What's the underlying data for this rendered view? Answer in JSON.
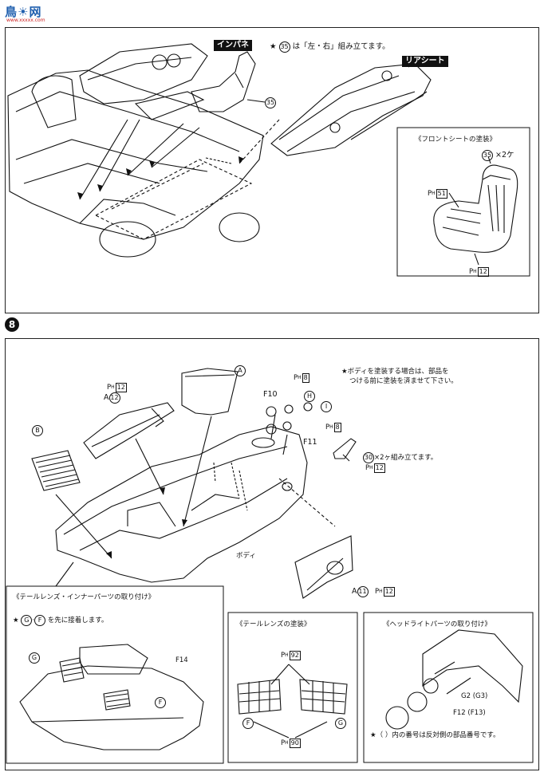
{
  "logo": {
    "text": "鳥☀网",
    "url": "www.xxxxx.com"
  },
  "step_top": {
    "impane_label": "インパネ",
    "note_prefix": "★",
    "note_part": "35",
    "note_text": "は「左・右」組み立てます。",
    "seat_part": "35",
    "rear_seat_label": "リアシート",
    "inset": {
      "title": "《フロントシートの塗装》",
      "part": "35",
      "qty": "×2ケ",
      "ph1_prefix": "P",
      "ph1_sub": "H",
      "ph1_num": "51",
      "ph2_prefix": "P",
      "ph2_sub": "H",
      "ph2_num": "12"
    }
  },
  "step_bottom": {
    "number": "8",
    "note_line1": "★ボディを塗装する場合は、部品を",
    "note_line2": "つける前に塗装を済ませて下さい。",
    "part_A": "A",
    "part_B": "B",
    "part_H": "H",
    "part_I": "I",
    "part_A12": "12",
    "part_A11": "11",
    "part_F10": "F10",
    "part_F11": "F11",
    "part_30": "30",
    "part_30_text": "×2ヶ組み立てます。",
    "ph12": "12",
    "ph8": "8",
    "body_label": "ボディ",
    "inset_left": {
      "title": "《テールレンズ・インナーパーツの取り付け》",
      "note_star": "★",
      "note_g": "G",
      "note_f": "F",
      "note_text": "を先に接着します。",
      "lbl_g": "G",
      "lbl_f": "F",
      "lbl_f14": "F14"
    },
    "inset_mid": {
      "title": "《テールレンズの塗装》",
      "ph_top": "92",
      "ph_bottom": "90",
      "lbl_f": "F",
      "lbl_g": "G"
    },
    "inset_right": {
      "title": "《ヘッドライトパーツの取り付け》",
      "lbl_g2": "G2 (G3)",
      "lbl_f12": "F12 (F13)",
      "note": "★（ ）内の番号は反対側の部品番号です。"
    }
  }
}
